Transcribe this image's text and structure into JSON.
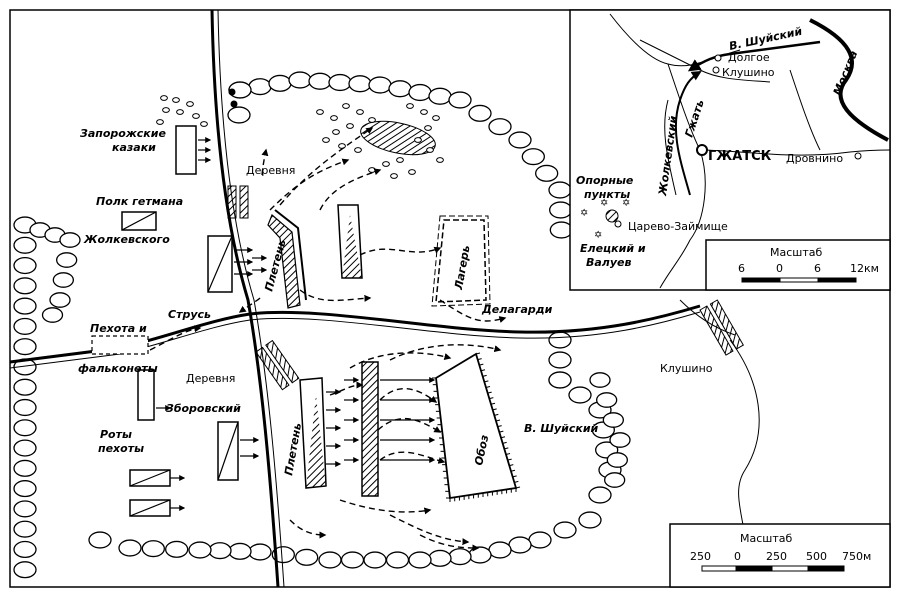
{
  "main_map": {
    "labels": {
      "zaporozh_1": "Запорожские",
      "zaporozh_2": "казаки",
      "polk_1": "Полк гетмана",
      "polk_2": "Жолкевского",
      "derevnya_top": "Деревня",
      "derevnya_bottom": "Деревня",
      "pleten_top": "Плетень",
      "pleten_bottom": "Плетень",
      "strus": "Струсь",
      "pehota_1": "Пехота и",
      "pehota_2": "фальконеты",
      "zborovsky": "Зборовский",
      "roty_1": "Роты",
      "roty_2": "пехоты",
      "lager": "Лагерь",
      "delagardi": "Делагарди",
      "oboz": "Обоз",
      "shuisky": "В. Шуйский",
      "klushino": "Клушино"
    },
    "scale": {
      "title": "Масштаб",
      "ticks": [
        "250",
        "0",
        "250",
        "500",
        "750м"
      ]
    }
  },
  "inset_map": {
    "labels": {
      "shuisky": "В. Шуйский",
      "dolgoe": "Долгое",
      "klushino": "Клушино",
      "moskva": "Москва",
      "gzhat": "Гжать",
      "zholkevsky": "Жолкевский",
      "gzhatsk": "ГЖАТСК",
      "drovnino": "Дровнино",
      "opornye_1": "Опорные",
      "opornye_2": "пункты",
      "tsarevo": "Царево-Займище",
      "eletsky_1": "Елецкий и",
      "eletsky_2": "Валуев"
    },
    "scale": {
      "title": "Масштаб",
      "ticks": [
        "6",
        "0",
        "6",
        "12км"
      ]
    }
  }
}
